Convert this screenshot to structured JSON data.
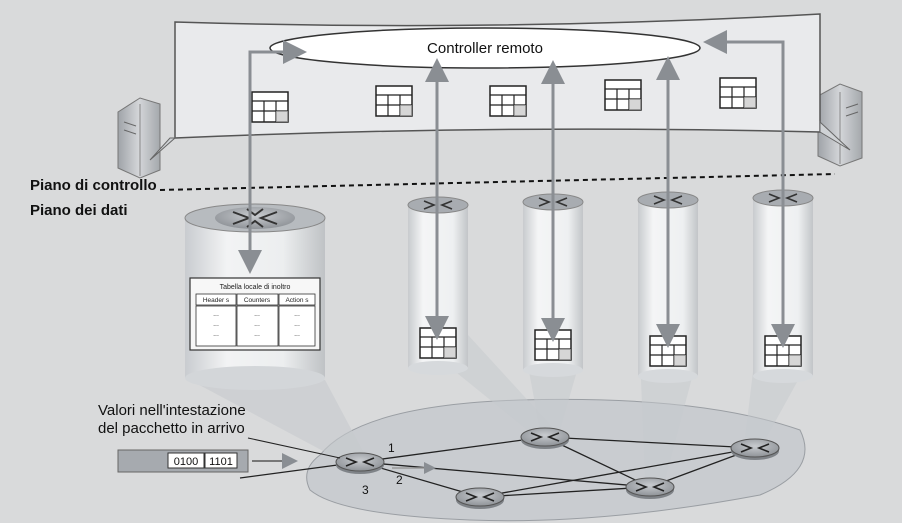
{
  "figure": {
    "controller_label": "Controller remoto",
    "control_plane_label": "Piano di controllo",
    "data_plane_label": "Piano dei dati",
    "packet_header_caption_line1": "Valori nell'intestazione",
    "packet_header_caption_line2": "del pacchetto in arrivo",
    "packet_bits_1": "0100",
    "packet_bits_2": "1101",
    "port_1": "1",
    "port_2": "2",
    "port_3": "3",
    "flow_table_title": "Tabella locale di inoltro",
    "flow_table_headers": [
      "Header s",
      "Counters",
      "Action s"
    ],
    "flow_table_row_marker": "...",
    "colors": {
      "background": "#d9dadb",
      "controller_box": "#e9eaec",
      "cylinder": "#eceeef",
      "network_cloud": "#c9ccd0",
      "router": "#a9adb2",
      "arrow": "#8a8e93"
    },
    "icons": [
      "router-icon",
      "server-icon",
      "flow-table-icon",
      "arrow-icon"
    ]
  }
}
